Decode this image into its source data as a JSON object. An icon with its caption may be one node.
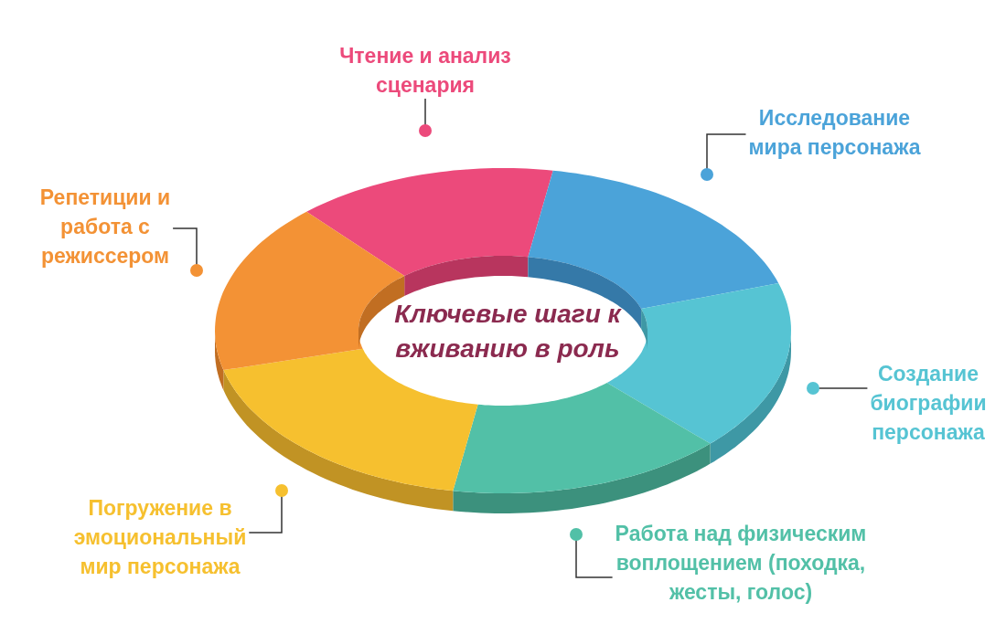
{
  "diagram": {
    "nodes": [
      {
        "text": [
          "Ключевые шаги к вживанию в роль"
        ]
      },
      {
        "text": [
          "Чтение и анализ сценария"
        ]
      },
      {
        "text": [
          "Исследование мира персонажа"
        ]
      },
      {
        "text": [
          "Создание биографии персонажа"
        ]
      },
      {
        "text": [
          "Работа над физическим воплощением (походка, жесты, голос)"
        ]
      },
      {
        "text": [
          "Погружение в эмоциональный мир персонажа"
        ]
      },
      {
        "text": [
          "Репетиции и работа с режиссером"
        ]
      }
    ],
    "edges": [
      {
        "from": 1,
        "to": null,
        "arrow": "other"
      },
      {
        "from": 2,
        "to": null,
        "arrow": "other"
      },
      {
        "from": 3,
        "to": null,
        "arrow": "other"
      },
      {
        "from": 4,
        "to": null,
        "arrow": "other"
      },
      {
        "from": 5,
        "to": null,
        "arrow": "other"
      },
      {
        "from": 6,
        "to": null,
        "arrow": "other"
      }
    ]
  }
}
